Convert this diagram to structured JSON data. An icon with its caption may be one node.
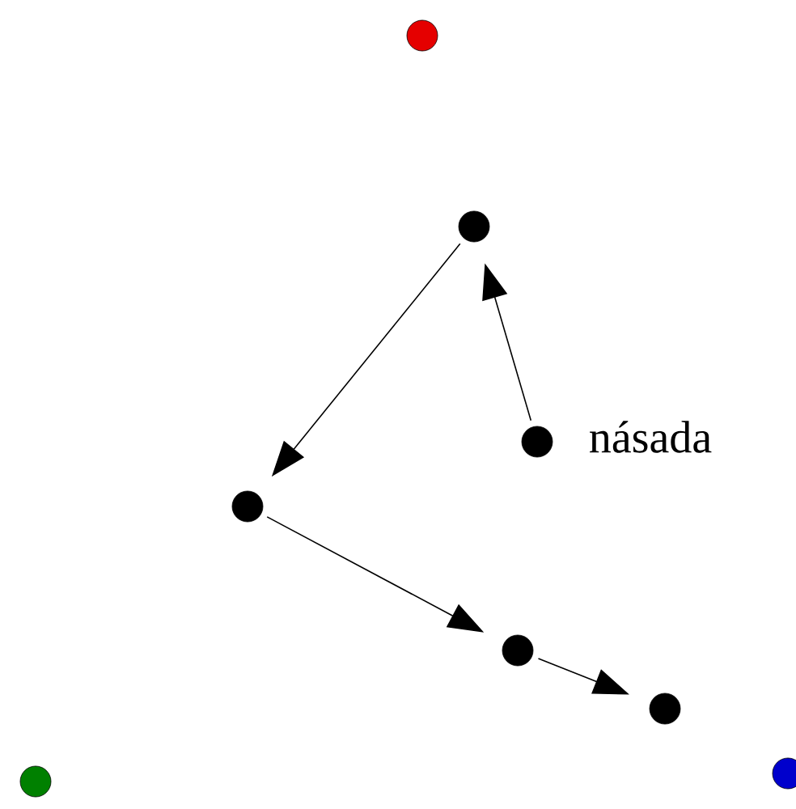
{
  "diagram": {
    "nodes": [
      {
        "text": [],
        "shape": "circle"
      },
      {
        "text": [],
        "shape": "circle"
      },
      {
        "text": [],
        "shape": "circle",
        "beside": [
          "násada"
        ]
      },
      {
        "text": [],
        "shape": "circle"
      },
      {
        "text": [],
        "shape": "circle"
      },
      {
        "text": [],
        "shape": "circle"
      },
      {
        "text": [],
        "shape": "circle"
      },
      {
        "text": [],
        "shape": "circle"
      }
    ],
    "edges": [
      {
        "from": 1,
        "to": 3,
        "arrow": "to"
      },
      {
        "from": 2,
        "to": 1,
        "arrow": "to"
      },
      {
        "from": 3,
        "to": 4,
        "arrow": "to"
      },
      {
        "from": 4,
        "to": 5,
        "arrow": "to"
      }
    ]
  }
}
